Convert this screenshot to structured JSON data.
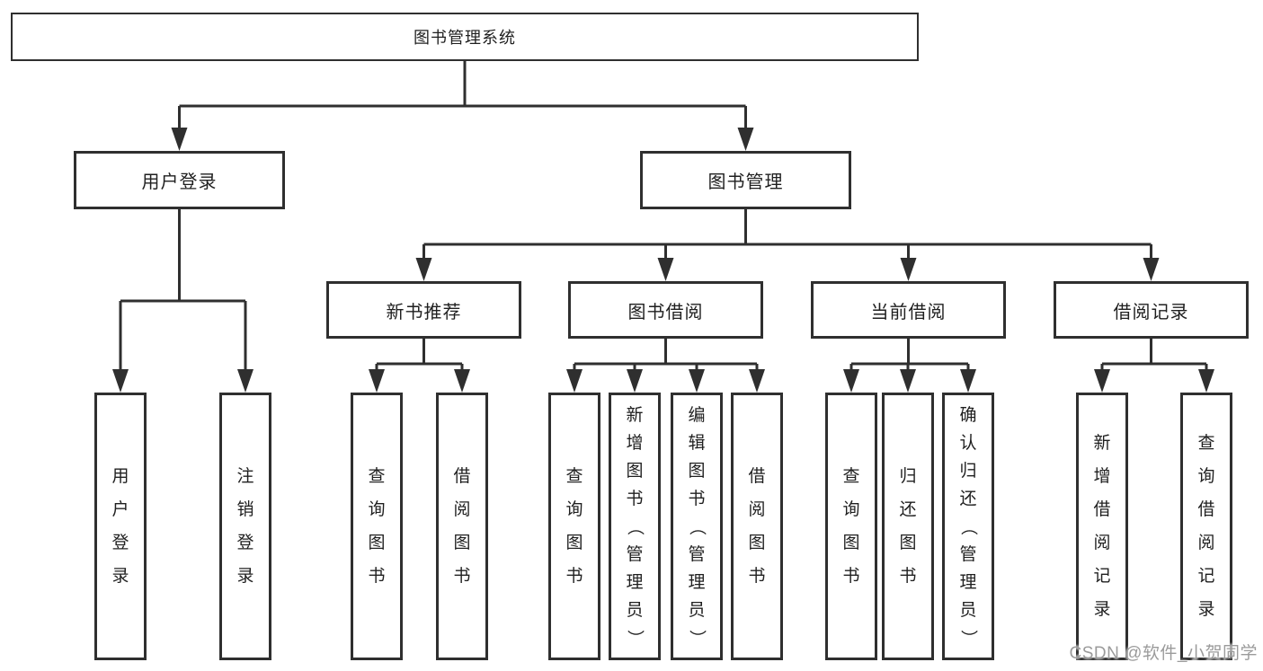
{
  "colors": {
    "line": "#2f2f2f",
    "text": "#1f1f1f",
    "watermark": "#9b9b9b",
    "background": "#ffffff"
  },
  "tree": {
    "label": "图书管理系统",
    "children": [
      {
        "label": "用户登录",
        "children": [
          {
            "label": "用户登录"
          },
          {
            "label": "注销登录"
          }
        ]
      },
      {
        "label": "图书管理",
        "children": [
          {
            "label": "新书推荐",
            "children": [
              {
                "label": "查询图书"
              },
              {
                "label": "借阅图书"
              }
            ]
          },
          {
            "label": "图书借阅",
            "children": [
              {
                "label": "查询图书"
              },
              {
                "label": "新增图书（管理员）"
              },
              {
                "label": "编辑图书（管理员）"
              },
              {
                "label": "借阅图书"
              }
            ]
          },
          {
            "label": "当前借阅",
            "children": [
              {
                "label": "查询图书"
              },
              {
                "label": "归还图书"
              },
              {
                "label": "确认归还（管理员）"
              }
            ]
          },
          {
            "label": "借阅记录",
            "children": [
              {
                "label": "新增借阅记录"
              },
              {
                "label": "查询借阅记录"
              }
            ]
          }
        ]
      }
    ]
  },
  "watermark": {
    "text": "CSDN @软件_小贺同学"
  }
}
